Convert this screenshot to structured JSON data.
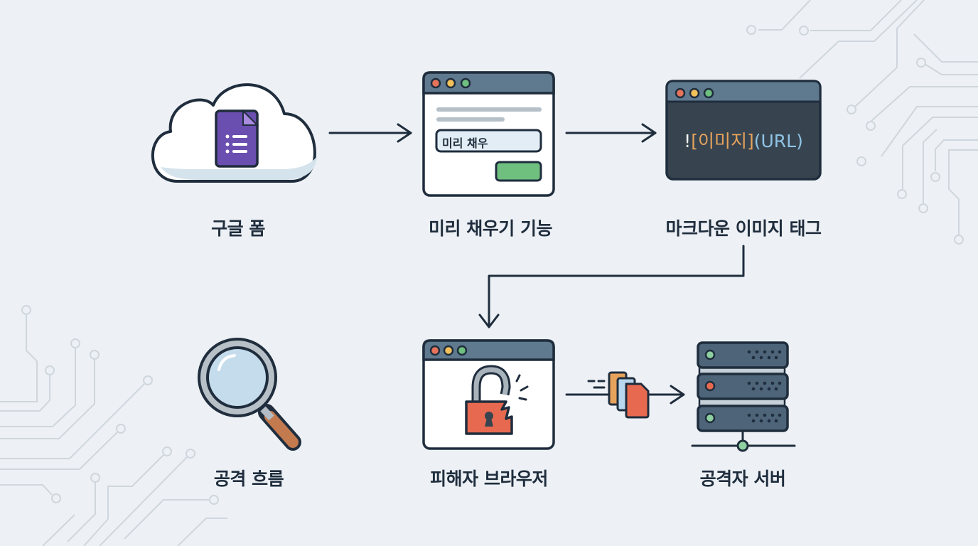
{
  "title": "Google Form prefill markdown image exfiltration attack flow",
  "nodes": {
    "google_form": {
      "label": "구글 폼",
      "icon": "cloud-form-icon"
    },
    "prefill": {
      "label": "미리 채우기 기능",
      "input_value": "미리 채우",
      "icon": "browser-form-icon"
    },
    "markdown": {
      "label": "마크다운 이미지 태그",
      "code": {
        "excl": "!",
        "open": "[",
        "alt": "이미지",
        "close": "]",
        "url": "(URL)"
      },
      "icon": "code-window-icon"
    },
    "attack_flow": {
      "label": "공격 흐름",
      "icon": "magnifier-icon"
    },
    "victim_browser": {
      "label": "피해자 브라우저",
      "icon": "broken-lock-icon"
    },
    "attacker_server": {
      "label": "공격자 서버",
      "icon": "server-icon"
    }
  },
  "colors": {
    "background": "#edf1f5",
    "stroke": "#1f2d3d",
    "titlebar": "#5f7a8f",
    "form_purple": "#6b4fb0",
    "button_green": "#6fbf7f",
    "lock_red": "#e76a50",
    "dark_window": "#37444f",
    "server": "#4e6478",
    "circuit": "#cfd6dd"
  }
}
